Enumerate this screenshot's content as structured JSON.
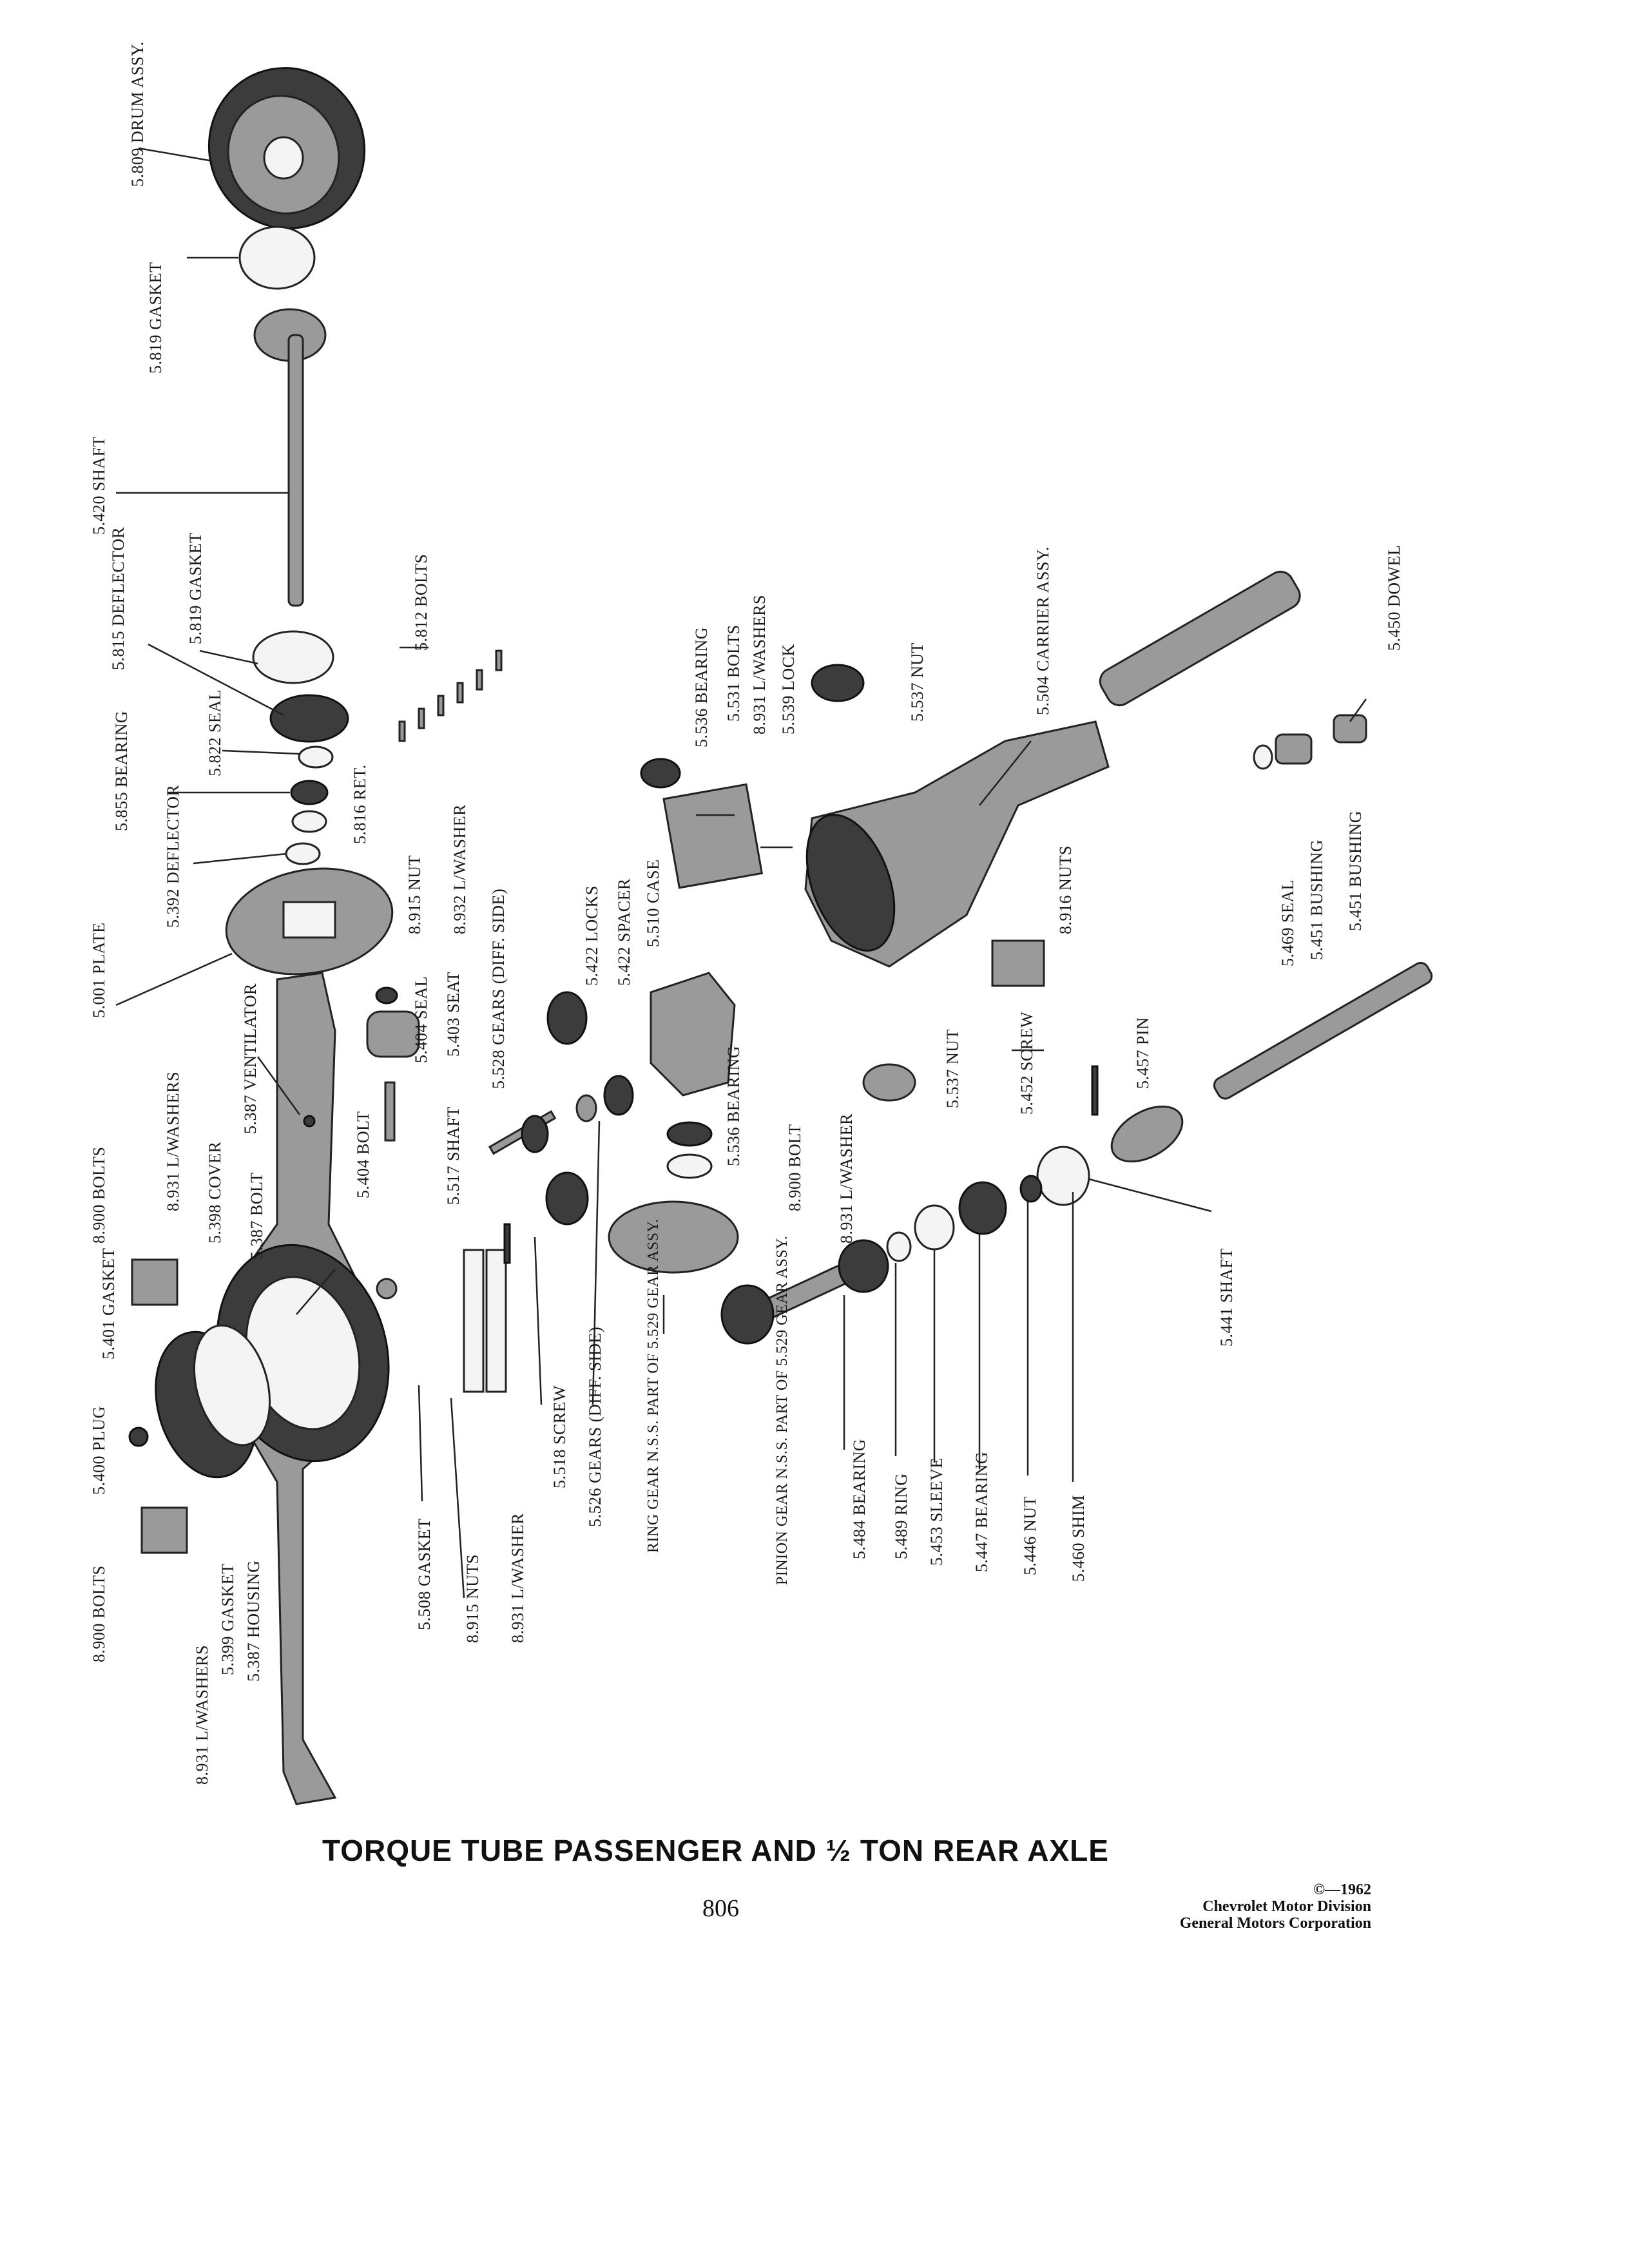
{
  "caption": "TORQUE TUBE PASSENGER AND ½ TON REAR AXLE",
  "page_number": "806",
  "copyright": [
    "©—1962",
    "Chevrolet Motor Division",
    "General Motors Corporation"
  ],
  "labels": {
    "drum": "5.809 DRUM ASSY.",
    "gasket_5819a": "5.819 GASKET",
    "shaft_5420": "5.420 SHAFT",
    "deflector_5815": "5.815 DEFLECTOR",
    "gasket_5819b": "5.819 GASKET",
    "bolts_5812": "5.812 BOLTS",
    "seal_5822": "5.822 SEAL",
    "bearing_5855": "5.855 BEARING",
    "ret_5816": "5.816 RET.",
    "deflector_5392": "5.392 DEFLECTOR",
    "nut_8915": "8.915 NUT",
    "lwasher_8932": "8.932 L/WASHER",
    "plate_5001": "5.001 PLATE",
    "gears_5528": "5.528 GEARS (DIFF. SIDE)",
    "locks_5422": "5.422 LOCKS",
    "spacer_5422": "5.422 SPACER",
    "case_5510": "5.510 CASE",
    "bearing_5536a": "5.536 BEARING",
    "bolts_5531": "5.531 BOLTS",
    "lwashers_8931a": "8.931 L/WASHERS",
    "lock_5539": "5.539 LOCK",
    "nut_5537a": "5.537 NUT",
    "carrier_5504": "5.504 CARRIER ASSY.",
    "dowel_5450": "5.450 DOWEL",
    "bushing_5451a": "5.451 BUSHING",
    "bushing_5451b": "5.451 BUSHING",
    "seal_5469": "5.469 SEAL",
    "nuts_8916": "8.916 NUTS",
    "screw_5452": "5.452 SCREW",
    "pin_5457": "5.457 PIN",
    "nut_5537b": "5.537 NUT",
    "lwasher_8931b": "8.931 L/WASHER",
    "bolt_8900": "8.900 BOLT",
    "bearing_5536b": "5.536 BEARING",
    "shaft_5517": "5.517 SHAFT",
    "seat_5403": "5.403 SEAT",
    "seal_5404": "5.404 SEAL",
    "bolt_5404": "5.404 BOLT",
    "ventilator_5387": "5.387 VENTILATOR",
    "lwashers_8931c": "8.931 L/WASHERS",
    "bolts_8900": "8.900 BOLTS",
    "cover_5398": "5.398 COVER",
    "bolt_5387": "5.387 BOLT",
    "gasket_5401": "5.401 GASKET",
    "plug_5400": "5.400 PLUG",
    "bolts_8900b": "8.900 BOLTS",
    "lwashers_8931d": "8.931 L/WASHERS",
    "gasket_5399": "5.399 GASKET",
    "housing_5387": "5.387 HOUSING",
    "gasket_5508": "5.508 GASKET",
    "nuts_8915": "8.915 NUTS",
    "lwasher_8931e": "8.931 L/WASHER",
    "screw_5518": "5.518 SCREW",
    "gears_5526": "5.526 GEARS (DIFF. SIDE)",
    "ring_gear": "RING GEAR N.S.S. PART OF 5.529 GEAR ASSY.",
    "pinion_gear": "PINION GEAR N.S.S. PART OF 5.529 GEAR ASSY.",
    "bearing_5484": "5.484 BEARING",
    "ring_5489": "5.489 RING",
    "sleeve_5453": "5.453 SLEEVE",
    "bearing_5447": "5.447 BEARING",
    "nut_5446": "5.446 NUT",
    "shim_5460": "5.460 SHIM",
    "shaft_5441": "5.441 SHAFT"
  }
}
